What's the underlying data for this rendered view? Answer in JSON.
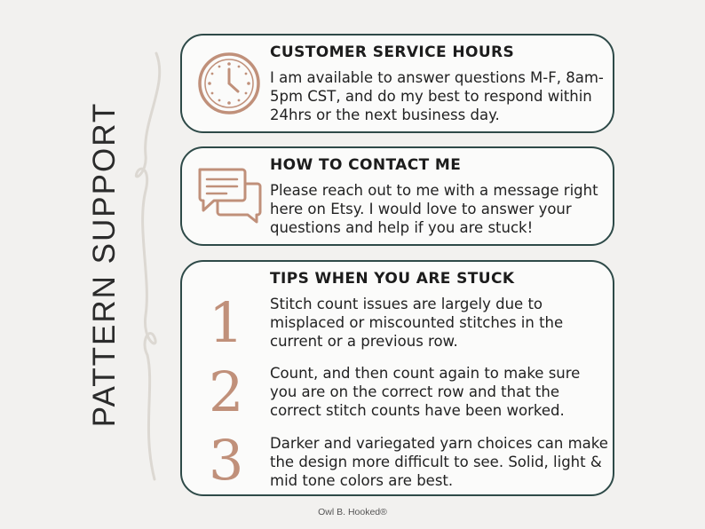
{
  "side_title": "PATTERN SUPPORT",
  "sections": {
    "hours": {
      "heading": "CUSTOMER SERVICE HOURS",
      "body": "I am available to answer questions M-F, 8am-5pm CST, and do my best to respond within 24hrs or the next business day."
    },
    "contact": {
      "heading": "HOW TO CONTACT ME",
      "body": "Please reach out to me with a message right here on Etsy. I would love to answer your questions and help if you are stuck!"
    },
    "tips": {
      "heading": "TIPS WHEN YOU ARE STUCK",
      "items": [
        {
          "number": "1",
          "text": "Stitch count issues are largely due to misplaced or miscounted stitches in the current or a previous row."
        },
        {
          "number": "2",
          "text": "Count, and then count again to make sure you are on the correct row and that the correct stitch counts have been worked."
        },
        {
          "number": "3",
          "text": "Darker and variegated yarn choices can make the design more difficult to see. Solid, light & mid tone colors are best."
        }
      ]
    }
  },
  "brand": "Owl B. Hooked®",
  "colors": {
    "accent": "#c0907a",
    "border": "#2e4a48",
    "background": "#f2f1ef",
    "yarn": "#dcd8d2"
  },
  "icons": {
    "hours": "clock-icon",
    "contact": "chat-bubbles-icon",
    "yarn": "yarn-squiggle-decoration"
  }
}
